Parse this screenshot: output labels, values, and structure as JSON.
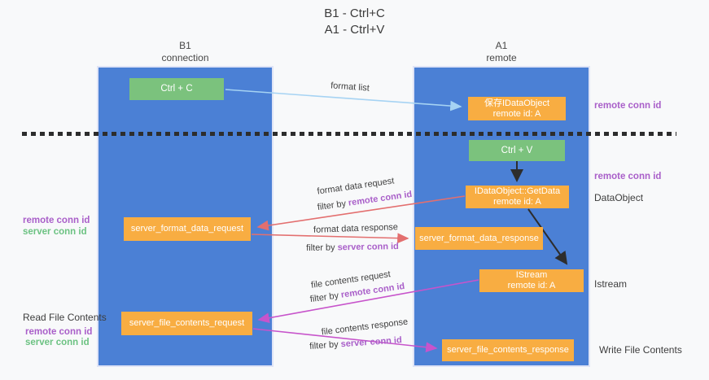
{
  "title": {
    "line1": "B1 - Ctrl+C",
    "line2": "A1 - Ctrl+V"
  },
  "lanes": {
    "left": {
      "name": "B1",
      "role": "connection"
    },
    "right": {
      "name": "A1",
      "role": "remote"
    }
  },
  "nodes": {
    "ctrl_c": {
      "label": "Ctrl + C"
    },
    "save_idataobject": {
      "line1": "保存IDataObject",
      "line2": "remote id: A"
    },
    "ctrl_v": {
      "label": "Ctrl + V"
    },
    "getdata": {
      "line1": "IDataObject::GetData",
      "line2": "remote id: A"
    },
    "server_format_data_request": {
      "label": "server_format_data_request"
    },
    "server_format_data_response": {
      "label": "server_format_data_response"
    },
    "istream": {
      "line1": "IStream",
      "line2": "remote id: A"
    },
    "server_file_contents_request": {
      "label": "server_file_contents_request"
    },
    "server_file_contents_response": {
      "label": "server_file_contents_response"
    }
  },
  "edges": {
    "format_list": {
      "label": "format list"
    },
    "format_data_request": {
      "label": "format data request",
      "filter_prefix": "filter by",
      "filter_key": "remote conn id"
    },
    "format_data_response": {
      "label": "format data response",
      "filter_prefix": "filter by",
      "filter_key": "server conn id"
    },
    "file_contents_request": {
      "label": "file contents request",
      "filter_prefix": "filter by",
      "filter_key": "remote conn id"
    },
    "file_contents_response": {
      "label": "file contents response",
      "filter_prefix": "filter by",
      "filter_key": "server conn id"
    }
  },
  "annotations": {
    "right_remote_conn_id_top": "remote conn id",
    "right_remote_conn_id_mid": "remote conn id",
    "dataobject": "DataObject",
    "istream": "Istream",
    "write_file_contents": "Write File Contents",
    "left_remote_conn_id_top": "remote conn id",
    "left_server_conn_id_top": "server conn id",
    "read_file_contents": "Read File Contents",
    "left_remote_conn_id_bottom": "remote conn id",
    "left_server_conn_id_bottom": "server conn id"
  },
  "colors": {
    "column_blue": "#4b80d5",
    "node_green": "#7bc27d",
    "node_orange": "#f8ad42",
    "arrow_lightblue": "#a6d3f3",
    "arrow_red": "#e36f6f",
    "arrow_magenta": "#c754cb",
    "arrow_black": "#2d2d2d",
    "text_purple": "#a95fc9",
    "text_green": "#6cc282"
  }
}
